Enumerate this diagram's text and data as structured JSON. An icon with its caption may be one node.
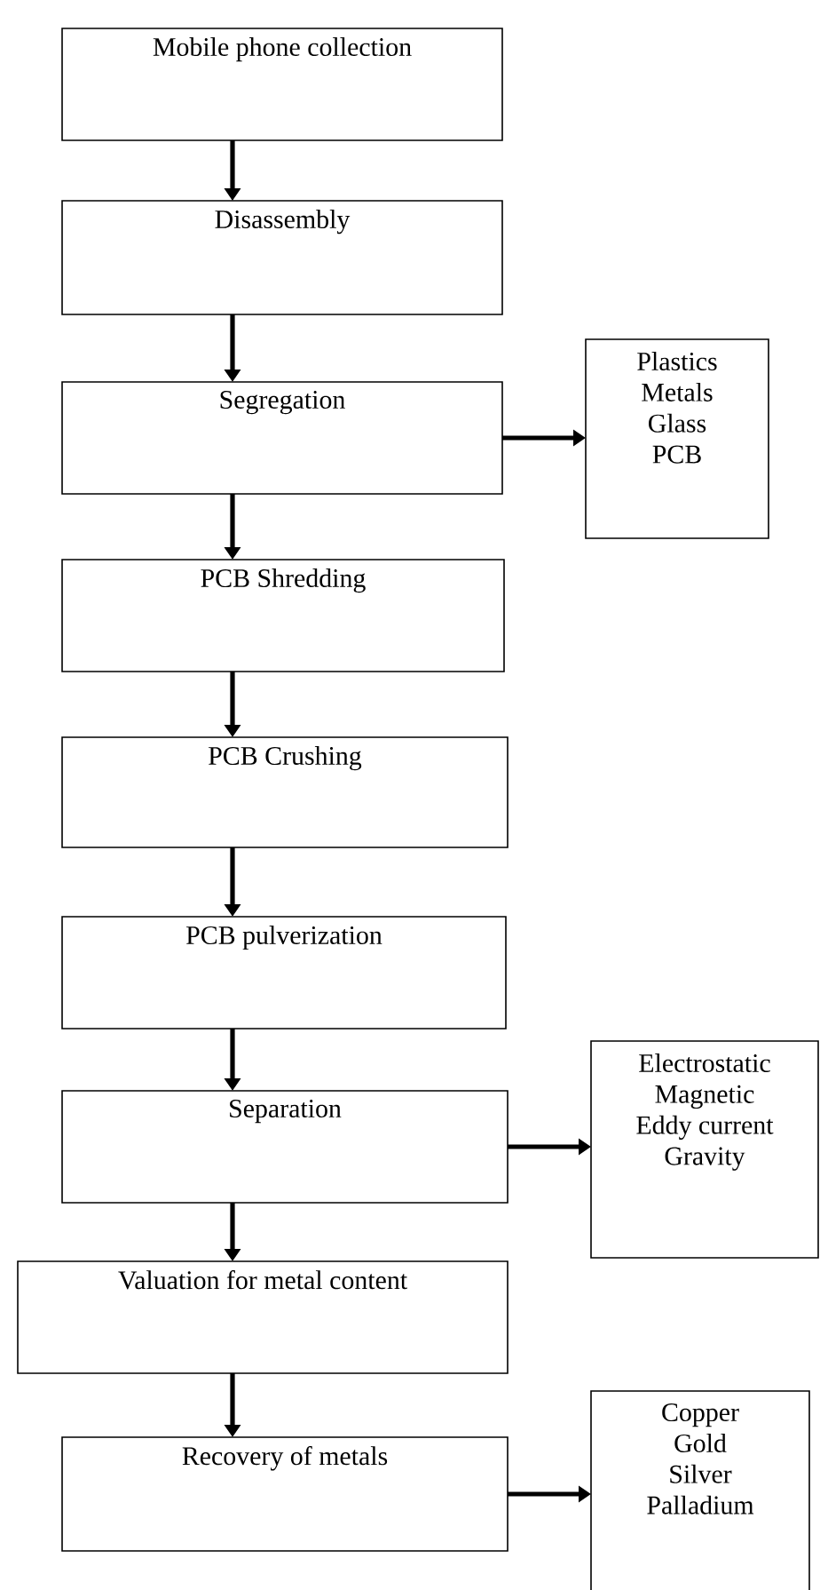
{
  "diagram": {
    "nodes": [
      {
        "text": [
          "Mobile phone collection"
        ]
      },
      {
        "text": [
          "Disassembly"
        ]
      },
      {
        "text": [
          "Segregation"
        ]
      },
      {
        "text": [
          "Plastics",
          "Metals",
          "Glass",
          "PCB"
        ]
      },
      {
        "text": [
          "PCB Shredding"
        ]
      },
      {
        "text": [
          "PCB Crushing"
        ]
      },
      {
        "text": [
          "PCB pulverization"
        ]
      },
      {
        "text": [
          "Separation"
        ]
      },
      {
        "text": [
          "Electrostatic",
          "Magnetic",
          "Eddy current",
          "Gravity"
        ]
      },
      {
        "text": [
          "Valuation for metal content"
        ]
      },
      {
        "text": [
          "Recovery of metals"
        ]
      },
      {
        "text": [
          "Copper",
          "Gold",
          "Silver",
          "Palladium"
        ]
      }
    ],
    "edges": [
      {
        "from": 0,
        "to": 1,
        "arrow": "to"
      },
      {
        "from": 1,
        "to": 2,
        "arrow": "to"
      },
      {
        "from": 2,
        "to": 3,
        "arrow": "to"
      },
      {
        "from": 2,
        "to": 4,
        "arrow": "to"
      },
      {
        "from": 4,
        "to": 5,
        "arrow": "to"
      },
      {
        "from": 5,
        "to": 6,
        "arrow": "to"
      },
      {
        "from": 6,
        "to": 7,
        "arrow": "to"
      },
      {
        "from": 7,
        "to": 8,
        "arrow": "to"
      },
      {
        "from": 7,
        "to": 9,
        "arrow": "to"
      },
      {
        "from": 9,
        "to": 10,
        "arrow": "to"
      },
      {
        "from": 10,
        "to": 11,
        "arrow": "to"
      }
    ]
  }
}
